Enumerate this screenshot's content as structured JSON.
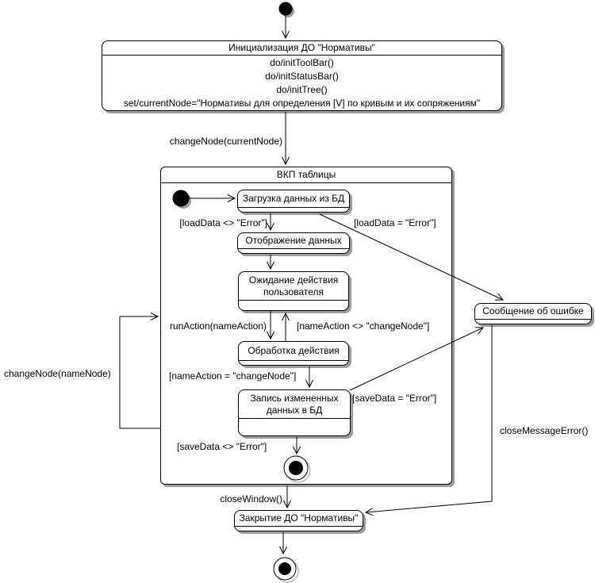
{
  "states": {
    "init": {
      "title": "Инициализация ДО \"Нормативы\"",
      "actions": [
        "do/initToolBar()",
        "do/initStatusBar()",
        "do/initTree()",
        "set/currentNode=\"Нормативы для определения [V] по кривым и их сопряжениям\""
      ]
    },
    "vkp_table": {
      "title": "ВКП таблицы"
    },
    "load_data": {
      "title": "Загрузка данных из БД"
    },
    "display_data": {
      "title": "Отображение данных"
    },
    "wait_user": {
      "title": "Ожидание действия пользователя"
    },
    "process_action": {
      "title": "Обработка действия"
    },
    "save_data": {
      "title": "Запись измененных данных в БД"
    },
    "error_message": {
      "title": "Сообщение об ошибке"
    },
    "close_do": {
      "title": "Закрытие ДО \"Нормативы\""
    }
  },
  "transitions": {
    "change_node_current": "changeNode(currentNode)",
    "load_ok": "[loadData <> \"Error\"]",
    "load_error": "[loadData = \"Error\"]",
    "run_action": "runAction(nameAction)",
    "name_action_neq": "[nameAction <> \"changeNode\"]",
    "name_action_eq": "[nameAction = \"changeNode\"]",
    "save_error": "[saveData = \"Error\"]",
    "save_ok": "[saveData <> \"Error\"]",
    "change_node_name": "changeNode(nameNode)",
    "close_window": "closeWindow()",
    "close_message_error": "closeMessageError()"
  },
  "nodes": {
    "initial_top": "initial-state-dot",
    "initial_inner": "initial-state-dot",
    "final_inner": "final-state-bullseye",
    "final_bottom": "final-state-bullseye"
  },
  "colors": {
    "line": "#000000",
    "fill": "#ffffff",
    "shadow": "#9c9c9c"
  }
}
